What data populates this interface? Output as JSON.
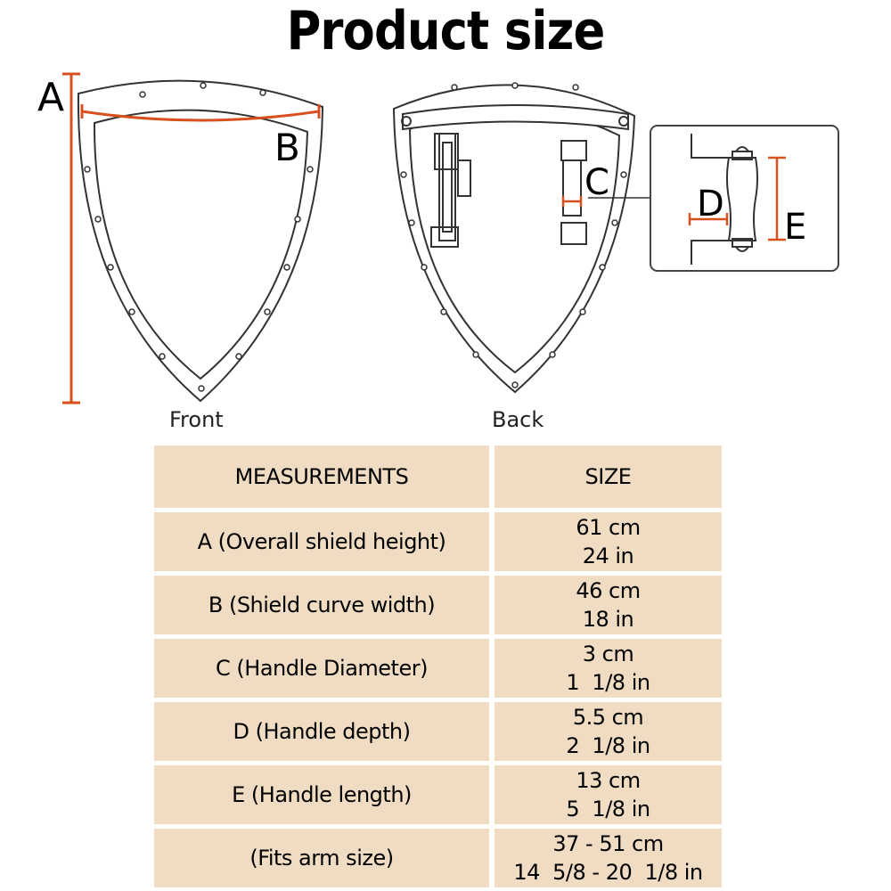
{
  "title": "Product size",
  "front": {
    "caption": "Front",
    "label_a": "A",
    "label_b": "B"
  },
  "back": {
    "caption": "Back",
    "label_c": "C",
    "label_d": "D",
    "label_e": "E"
  },
  "colors": {
    "accent": "#d9501f",
    "table_bg": "#f0dcc2"
  },
  "table": {
    "headers": [
      "MEASUREMENTS",
      "SIZE"
    ],
    "rows": [
      {
        "name": "A (Overall shield height)",
        "metric": "61 cm",
        "imperial": "24 in"
      },
      {
        "name": "B (Shield curve width)",
        "metric": "46 cm",
        "imperial": "18 in"
      },
      {
        "name": "C (Handle Diameter)",
        "metric": "3 cm",
        "imperial": "1  1/8 in"
      },
      {
        "name": "D (Handle depth)",
        "metric": "5.5 cm",
        "imperial": "2  1/8 in"
      },
      {
        "name": "E (Handle length)",
        "metric": "13 cm",
        "imperial": "5  1/8 in"
      },
      {
        "name": "(Fits arm size)",
        "metric": "37 - 51 cm",
        "imperial": "14  5/8 - 20  1/8 in"
      }
    ]
  }
}
